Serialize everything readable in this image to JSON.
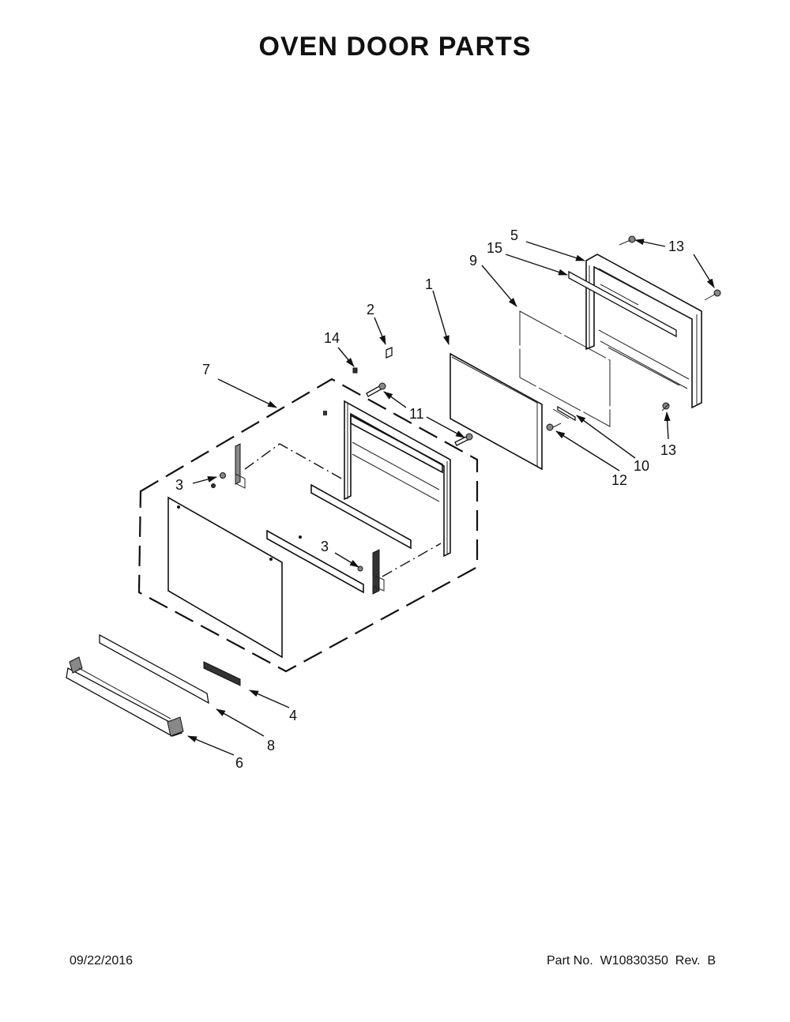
{
  "title": "OVEN DOOR PARTS",
  "callouts": {
    "c1": "1",
    "c2": "2",
    "c3a": "3",
    "c3b": "3",
    "c4": "4",
    "c5": "5",
    "c6": "6",
    "c7": "7",
    "c8": "8",
    "c9": "9",
    "c10": "10",
    "c11": "11",
    "c12": "12",
    "c13a": "13",
    "c13b": "13",
    "c14": "14",
    "c15": "15"
  },
  "footer": {
    "date": "09/22/2016",
    "part_number": "Part No.  W10830350  Rev.  B"
  }
}
